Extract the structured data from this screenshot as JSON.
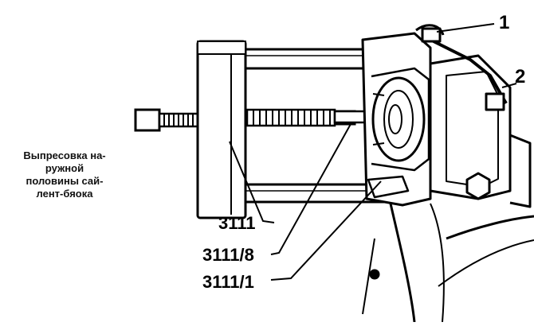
{
  "caption": {
    "lines": [
      "Выпресовка на-",
      "ружной",
      "половины сай-",
      "лент-бяока"
    ]
  },
  "labels": {
    "callout_1": "1",
    "callout_2": "2",
    "part_3111": "3111",
    "part_3111_8": "3111/8",
    "part_3111_1": "3111/1"
  },
  "colors": {
    "ink": "#000000",
    "paper": "#ffffff"
  }
}
